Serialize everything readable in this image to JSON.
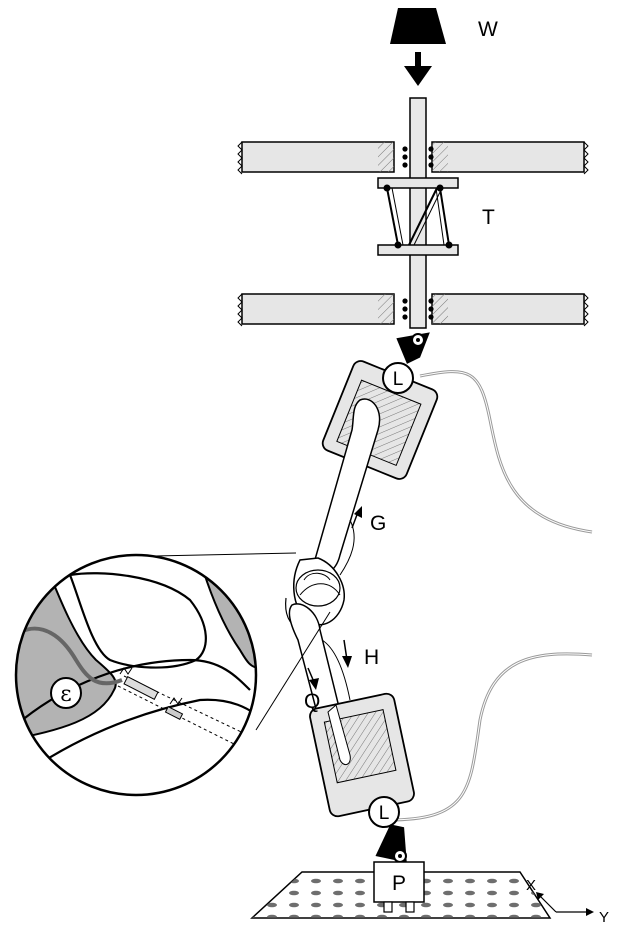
{
  "labels": {
    "W": "W",
    "T": "T",
    "G": "G",
    "H": "H",
    "Q": "Q",
    "P": "P",
    "L_top": "L",
    "L_bottom": "L",
    "epsilon": "ε",
    "axis_x": "X",
    "axis_y": "Y"
  },
  "colors": {
    "line": "#000000",
    "bar_fill": "#e6e6e6",
    "hatch": "#888888",
    "gray_fill": "#b3b3b3",
    "bone_fill": "#ffffff",
    "cable": "#9a9a9a"
  },
  "icons": {
    "weight": "weight-icon",
    "arrow": "force-arrow-icon"
  }
}
